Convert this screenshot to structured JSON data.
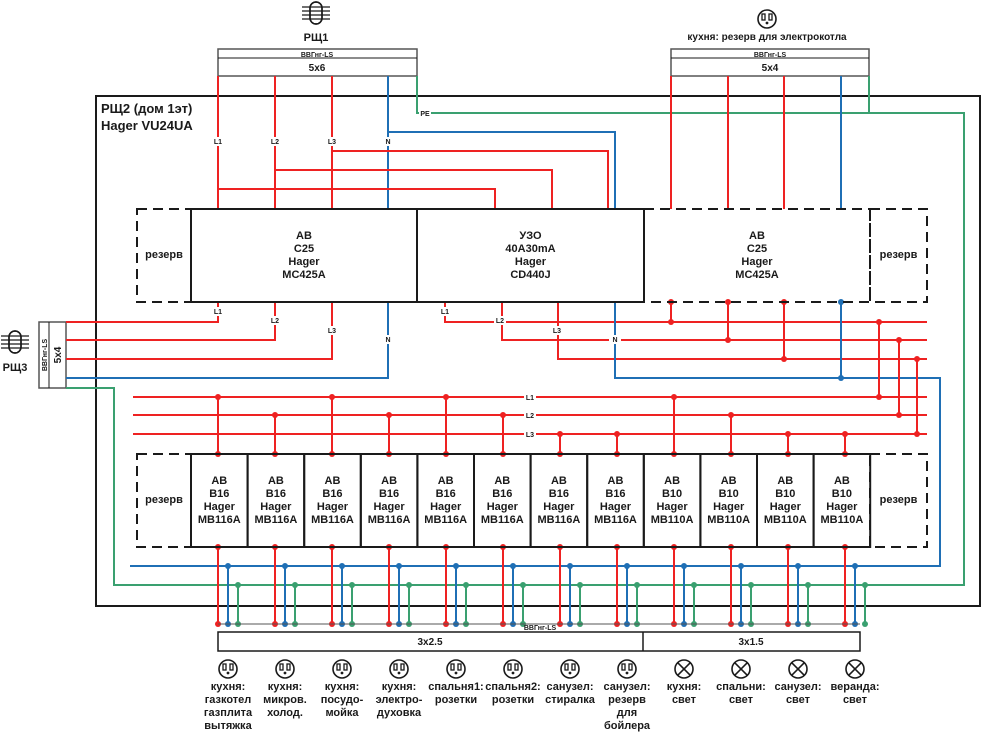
{
  "panel": {
    "title_line1": "РЩ2 (дом 1эт)",
    "title_line2": "Hager VU24UA"
  },
  "colors": {
    "phase": "#ee2222",
    "neutral": "#1f6fb5",
    "pe": "#3aa070",
    "frame": "#1a1a1a"
  },
  "sources": {
    "rsh1": {
      "label": "РЩ1",
      "cable_type": "ВВГнг-LS",
      "cable_size": "5х6",
      "icon": "panel-feed-icon"
    },
    "boiler": {
      "label": "кухня: резерв для электрокотла",
      "cable_type": "ВВГнг-LS",
      "cable_size": "5х4",
      "icon": "socket-icon"
    },
    "rsh3": {
      "label": "РЩ3",
      "cable_type": "ВВГнг-LS",
      "cable_size": "5х4",
      "icon": "panel-feed-icon"
    }
  },
  "wire_labels": {
    "L1": "L1",
    "L2": "L2",
    "L3": "L3",
    "N": "N",
    "PE": "PE"
  },
  "top_row": {
    "reserve_left": "резерв",
    "reserve_right": "резерв",
    "devices": [
      {
        "text": "АВ\nС25\nHager\nMC425A"
      },
      {
        "text": "УЗО\n40А30mA\nHager\nCD440J"
      },
      {
        "text": "АВ\nС25\nHager\nMC425A"
      }
    ]
  },
  "bottom_row": {
    "reserve_left": "резерв",
    "reserve_right": "резерв",
    "breakers": [
      {
        "text": "АВ\nВ16\nHager\nMB116A",
        "phase": "L1"
      },
      {
        "text": "АВ\nВ16\nHager\nMB116A",
        "phase": "L2"
      },
      {
        "text": "АВ\nВ16\nHager\nMB116A",
        "phase": "L1"
      },
      {
        "text": "АВ\nВ16\nHager\nMB116A",
        "phase": "L2"
      },
      {
        "text": "АВ\nВ16\nHager\nMB116A",
        "phase": "L1"
      },
      {
        "text": "АВ\nВ16\nHager\nMB116A",
        "phase": "L2"
      },
      {
        "text": "АВ\nВ16\nHager\nMB116A",
        "phase": "L3"
      },
      {
        "text": "АВ\nВ16\nHager\nMB116A",
        "phase": "L3"
      },
      {
        "text": "АВ\nВ10\nHager\nMB110A",
        "phase": "L1"
      },
      {
        "text": "АВ\nВ10\nHager\nMB110A",
        "phase": "L2"
      },
      {
        "text": "АВ\nВ10\nHager\nMB110A",
        "phase": "L3"
      },
      {
        "text": "АВ\nВ10\nHager\nMB110A",
        "phase": "L3"
      }
    ]
  },
  "output_cable": {
    "type": "ВВГнг-LS",
    "size_sockets": "3х2.5",
    "size_lights": "3х1.5"
  },
  "loads": [
    {
      "icon": "socket-icon",
      "label": "кухня:\nгазкотел\nгазплита\nвытяжка"
    },
    {
      "icon": "socket-icon",
      "label": "кухня:\nмикров.\nхолод."
    },
    {
      "icon": "socket-icon",
      "label": "кухня:\nпосудо-\nмойка"
    },
    {
      "icon": "socket-icon",
      "label": "кухня:\nэлектро-\nдуховка"
    },
    {
      "icon": "socket-icon",
      "label": "спальня1:\nрозетки"
    },
    {
      "icon": "socket-icon",
      "label": "спальня2:\nрозетки"
    },
    {
      "icon": "socket-icon",
      "label": "санузел:\nстиралка"
    },
    {
      "icon": "socket-icon",
      "label": "санузел:\nрезерв\nдля\nбойлера"
    },
    {
      "icon": "lamp-icon",
      "label": "кухня:\nсвет"
    },
    {
      "icon": "lamp-icon",
      "label": "спальни:\nсвет"
    },
    {
      "icon": "lamp-icon",
      "label": "санузел:\nсвет"
    },
    {
      "icon": "lamp-icon",
      "label": "веранда:\nсвет"
    }
  ]
}
